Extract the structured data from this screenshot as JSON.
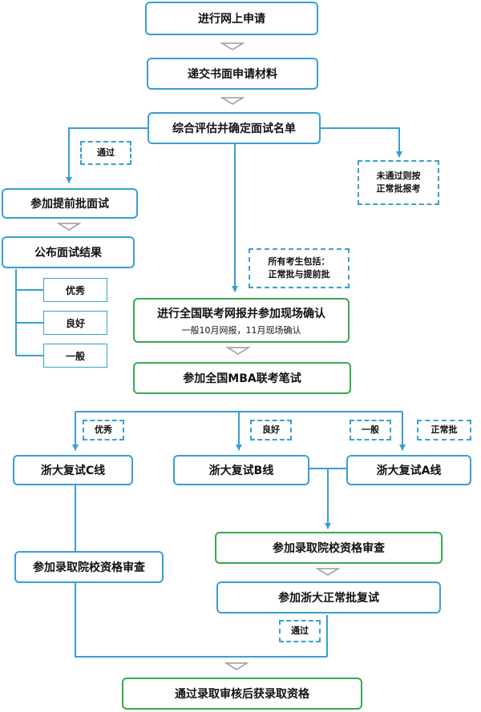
{
  "steps": {
    "apply_online": "进行网上申请",
    "submit_materials": "递交书面申请材料",
    "evaluate": "综合评估并确定面试名单",
    "early_interview": "参加提前批面试",
    "publish_results": "公布面试结果",
    "results": [
      "优秀",
      "良好",
      "一般"
    ],
    "national_registration": "进行全国联考网报并参加现场确认",
    "national_registration_note": "一般10月网报，11月现场确认",
    "mba_exam": "参加全国MBA联考笔试",
    "retest_c": "浙大复试C线",
    "retest_b": "浙大复试B线",
    "retest_a": "浙大复试A线",
    "qualification_review_left": "参加录取院校资格审查",
    "qualification_review_right": "参加录取院校资格审查",
    "regular_retest": "参加浙大正常批复试",
    "final": "通过录取审核后获录取资格"
  },
  "notes": {
    "pass_top": "通过",
    "not_pass_line1": "未通过则按",
    "not_pass_line2": "正常批报考",
    "all_candidates_line1": "所有考生包括：",
    "all_candidates_line2": "正常批与提前批",
    "excellent": "优秀",
    "good": "良好",
    "average": "一般",
    "regular": "正常批",
    "pass_bottom": "通过"
  },
  "colors": {
    "blue": "#3a9fd0",
    "green": "#3aa94e",
    "arrow_gray": "#9a9a9a"
  }
}
